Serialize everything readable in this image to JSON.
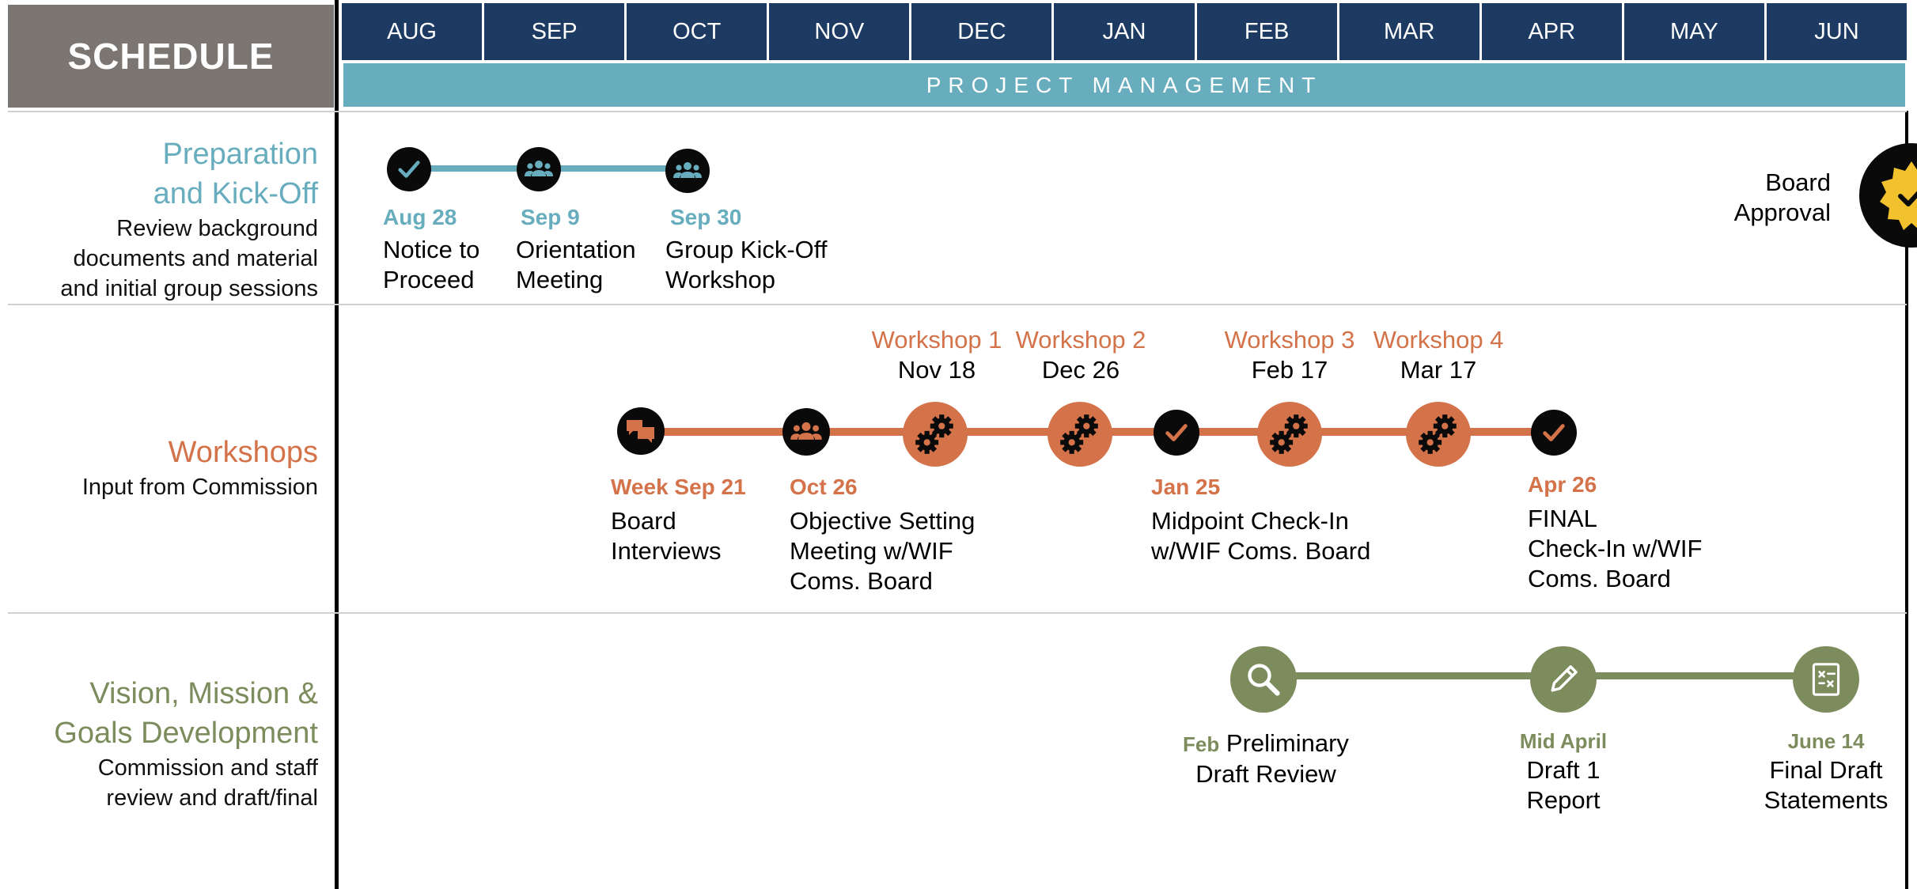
{
  "header": {
    "title": "SCHEDULE",
    "months": [
      "AUG",
      "SEP",
      "OCT",
      "NOV",
      "DEC",
      "JAN",
      "FEB",
      "MAR",
      "APR",
      "MAY",
      "JUN"
    ],
    "banner": "PROJECT MANAGEMENT"
  },
  "colors": {
    "navy": "#1c3a62",
    "teal": "#68adbd",
    "orange": "#d4724a",
    "olive": "#7c8c5c",
    "gold": "#f2c12e",
    "gray_header": "#7b7672"
  },
  "sections": {
    "prep": {
      "title_line1": "Preparation",
      "title_line2": "and Kick-Off",
      "desc_line1": "Review background",
      "desc_line2": "documents and material",
      "desc_line3": "and initial group sessions",
      "milestones": [
        {
          "date": "Aug 28",
          "line1": "Notice to",
          "line2": "Proceed",
          "icon": "check-icon"
        },
        {
          "date": "Sep 9",
          "line1": "Orientation",
          "line2": "Meeting",
          "icon": "group-icon"
        },
        {
          "date": "Sep 30",
          "line1": "Group Kick-Off",
          "line2": "Workshop",
          "icon": "group-icon"
        }
      ],
      "board": {
        "line1": "Board",
        "line2": "Approval",
        "icon": "badge-check-icon"
      }
    },
    "workshops": {
      "title": "Workshops",
      "desc": "Input from Commission",
      "top_items": [
        {
          "name": "Workshop 1",
          "date": "Nov 18"
        },
        {
          "name": "Workshop 2",
          "date": "Dec 26"
        },
        {
          "name": "Workshop 3",
          "date": "Feb 17"
        },
        {
          "name": "Workshop 4",
          "date": "Mar 17"
        }
      ],
      "bottom_items": [
        {
          "date": "Week Sep 21",
          "line1": "Board",
          "line2": "Interviews"
        },
        {
          "date": "Oct 26",
          "line1": "Objective Setting",
          "line2": "Meeting w/WIF",
          "line3": "Coms. Board"
        },
        {
          "date": "Jan 25",
          "line1": "Midpoint Check-In",
          "line2": "w/WIF Coms. Board"
        },
        {
          "date": "Apr 26",
          "line1": "FINAL",
          "line2": "Check-In w/WIF",
          "line3": "Coms. Board"
        }
      ]
    },
    "vision": {
      "title_line1": "Vision, Mission &",
      "title_line2": "Goals Development",
      "desc_line1": "Commission and staff",
      "desc_line2": "review and draft/final",
      "milestones": [
        {
          "date": "Feb",
          "line1": "Preliminary",
          "line2": "Draft Review",
          "icon": "magnifier-icon"
        },
        {
          "date": "Mid April",
          "line1": "Draft 1",
          "line2": "Report",
          "icon": "pencil-icon"
        },
        {
          "date": "June 14",
          "line1": "Final Draft",
          "line2": "Statements",
          "icon": "notepad-icon"
        }
      ]
    }
  }
}
